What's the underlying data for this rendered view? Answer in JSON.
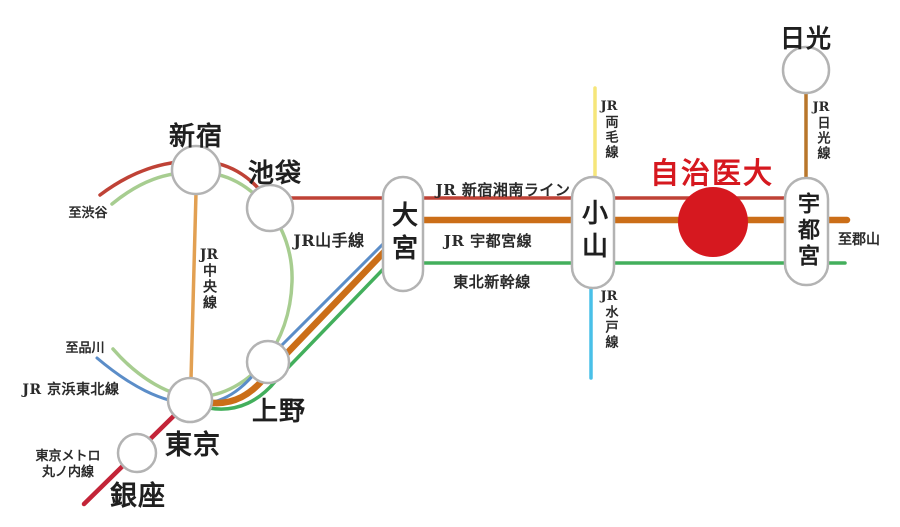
{
  "map": {
    "background": "#ffffff",
    "station_border_color": "#b3b3b3"
  },
  "stations": {
    "shinjuku": "新宿",
    "ikebukuro": "池袋",
    "omiya": "大宮",
    "oyama": "小山",
    "utsunomiya": "宇都宮",
    "nikko": "日光",
    "ueno": "上野",
    "tokyo": "東京",
    "ginza": "銀座"
  },
  "destination": {
    "label": "自治医大",
    "color": "#d6181f"
  },
  "lines": {
    "shonan_shinjuku": {
      "label": "JR 新宿湘南ライン",
      "color": "#bf4236"
    },
    "utsunomiya_line": {
      "label": "JR 宇都宮線",
      "color": "#cb6e18"
    },
    "tohoku_shinkansen": {
      "label": "東北新幹線",
      "color": "#43af5c"
    },
    "yamanote": {
      "label": "JR山手線",
      "color": "#a7cd90"
    },
    "chuo": {
      "prefix": "JR",
      "name": "中央線",
      "color": "#e2a052"
    },
    "keihin_tohoku": {
      "label": "JR 京浜東北線",
      "color": "#5b8dc8"
    },
    "marunouchi": {
      "label_line1": "東京メトロ",
      "label_line2": "丸ノ内線",
      "color": "#c32438"
    },
    "ryomo": {
      "prefix": "JR",
      "name": "両毛線",
      "color": "#f6e67a"
    },
    "mito": {
      "prefix": "JR",
      "name": "水戸線",
      "color": "#49c0e8"
    },
    "nikko_line": {
      "prefix": "JR",
      "name": "日光線",
      "color": "#b8762b"
    }
  },
  "directions": {
    "to_shibuya": "至渋谷",
    "to_shinagawa": "至品川",
    "to_koriyama": "至郡山"
  }
}
